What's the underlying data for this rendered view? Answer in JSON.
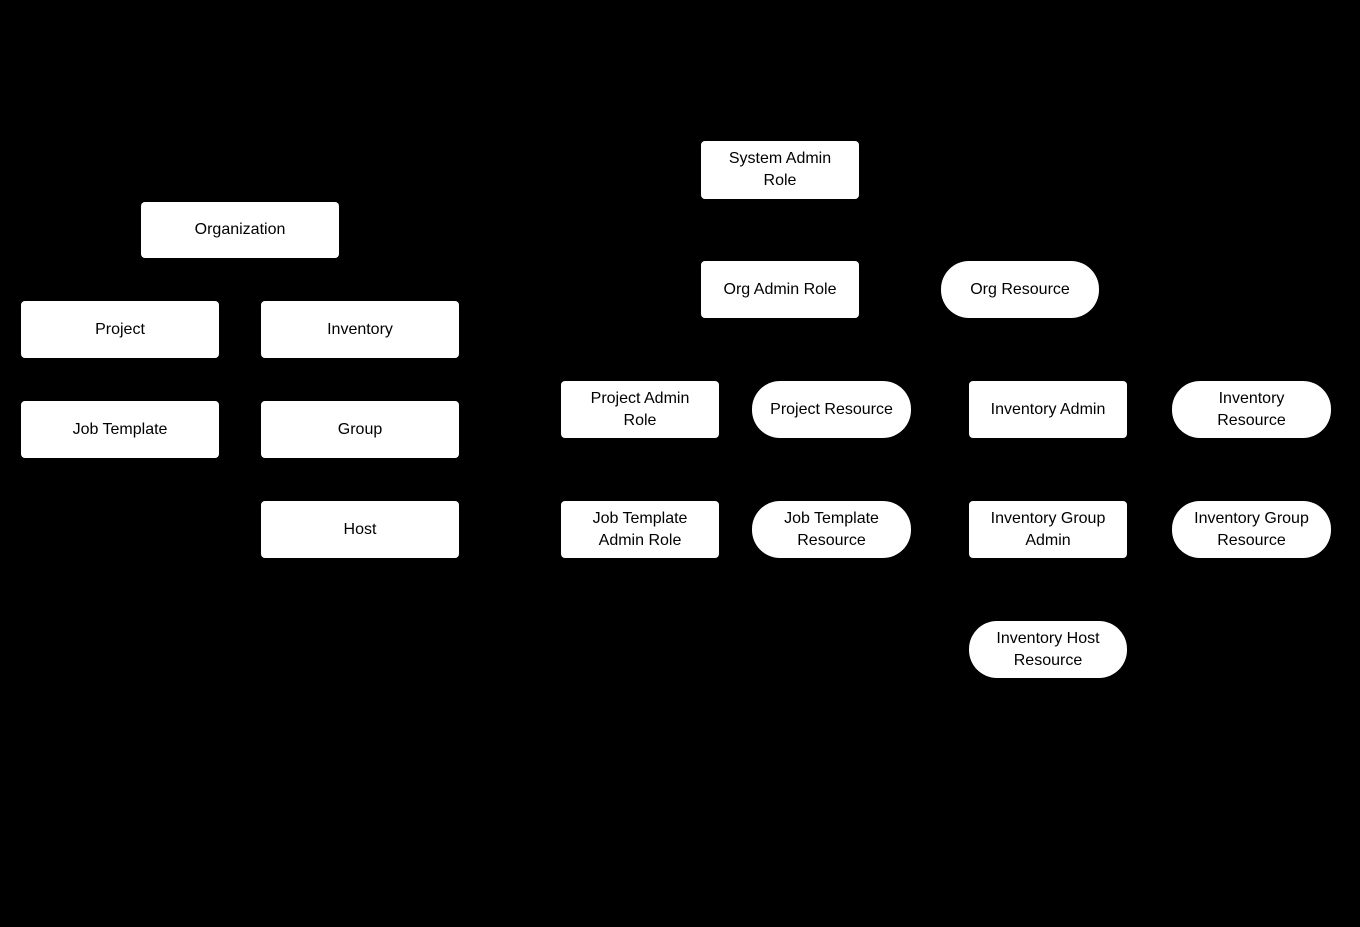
{
  "diagram": {
    "background_color": "#000000",
    "node_fill_color": "#ffffff",
    "node_text_color": "#000000",
    "nodes": [
      {
        "id": "organization",
        "shape": "rect",
        "label": [
          "Organization"
        ]
      },
      {
        "id": "project",
        "shape": "rect",
        "label": [
          "Project"
        ]
      },
      {
        "id": "inventory",
        "shape": "rect",
        "label": [
          "Inventory"
        ]
      },
      {
        "id": "job-template",
        "shape": "rect",
        "label": [
          "Job Template"
        ]
      },
      {
        "id": "group",
        "shape": "rect",
        "label": [
          "Group"
        ]
      },
      {
        "id": "host",
        "shape": "rect",
        "label": [
          "Host"
        ]
      },
      {
        "id": "system-admin-role",
        "shape": "rect",
        "label": [
          "System Admin",
          "Role"
        ]
      },
      {
        "id": "org-admin-role",
        "shape": "rect",
        "label": [
          "Org Admin Role"
        ]
      },
      {
        "id": "org-resource",
        "shape": "pill",
        "label": [
          "Org Resource"
        ]
      },
      {
        "id": "project-admin-role",
        "shape": "rect",
        "label": [
          "Project Admin",
          "Role"
        ]
      },
      {
        "id": "project-resource",
        "shape": "pill",
        "label": [
          "Project Resource"
        ]
      },
      {
        "id": "inventory-admin",
        "shape": "rect",
        "label": [
          "Inventory Admin"
        ]
      },
      {
        "id": "inventory-resource",
        "shape": "pill",
        "label": [
          "Inventory",
          "Resource"
        ]
      },
      {
        "id": "job-template-admin-role",
        "shape": "rect",
        "label": [
          "Job Template",
          "Admin Role"
        ]
      },
      {
        "id": "job-template-resource",
        "shape": "pill",
        "label": [
          "Job Template",
          "Resource"
        ]
      },
      {
        "id": "inventory-group-admin",
        "shape": "rect",
        "label": [
          "Inventory Group",
          "Admin"
        ]
      },
      {
        "id": "inventory-group-resource",
        "shape": "pill",
        "label": [
          "Inventory Group",
          "Resource"
        ]
      },
      {
        "id": "inventory-host-resource",
        "shape": "pill",
        "label": [
          "Inventory Host",
          "Resource"
        ]
      }
    ]
  }
}
